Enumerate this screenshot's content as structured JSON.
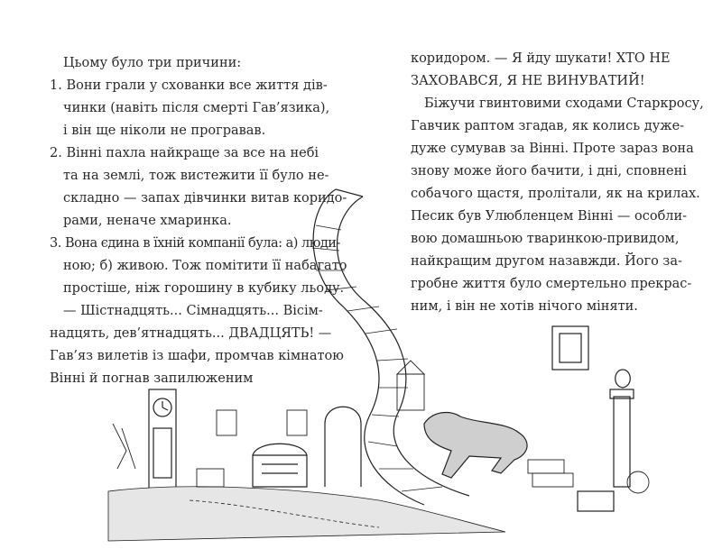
{
  "left_page": {
    "lines": [
      "Цьому було три причини:",
      "1.  Вони грали у схованки все життя дів-",
      "чинки (навіть після смерті Гав’язика),",
      "і він ще ніколи не програвав.",
      "2. Вінні пахла найкраще за все на небі",
      "та на землі, тож вистежити її було не-",
      "складно — запах дівчинки витав коридо-",
      "рами, неначе хмаринка.",
      "3. Вона єдина в їхній компанії була: а) люди-",
      "ною; б) живою. Тож помітити її набагато",
      "простіше, ніж горошину в кубику льоду.",
      "—  Шістнадцять... Сімнадцять... Вісім-",
      "надцять, дев’ятнадцять... ДВАДЦЯТЬ! —",
      "Гав’яз вилетів із шафи, промчав кімнатою",
      "Вінні й погнав запилюженим"
    ]
  },
  "right_page": {
    "lines": [
      "коридором. — Я йду шукати! ХТО НЕ",
      "ЗАХОВАВСЯ, Я НЕ ВИНУВАТИЙ!",
      "Біжучи гвинтовими сходами Старкросу,",
      "Гавчик раптом згадав, як колись дуже-",
      "дуже сумував за Вінні. Проте зараз вона",
      "знову може його бачити, і дні, сповнені",
      "собачого щастя, пролітали, як на крилах.",
      "Песик був Улюбленцем Вінні — особли-",
      "вою домашньою тваринкою-привидом,",
      "найкращим другом назавжди. Його за-",
      "гробне життя було смертельно прекрас-",
      "ним, і він не хотів нічого міняти."
    ]
  }
}
